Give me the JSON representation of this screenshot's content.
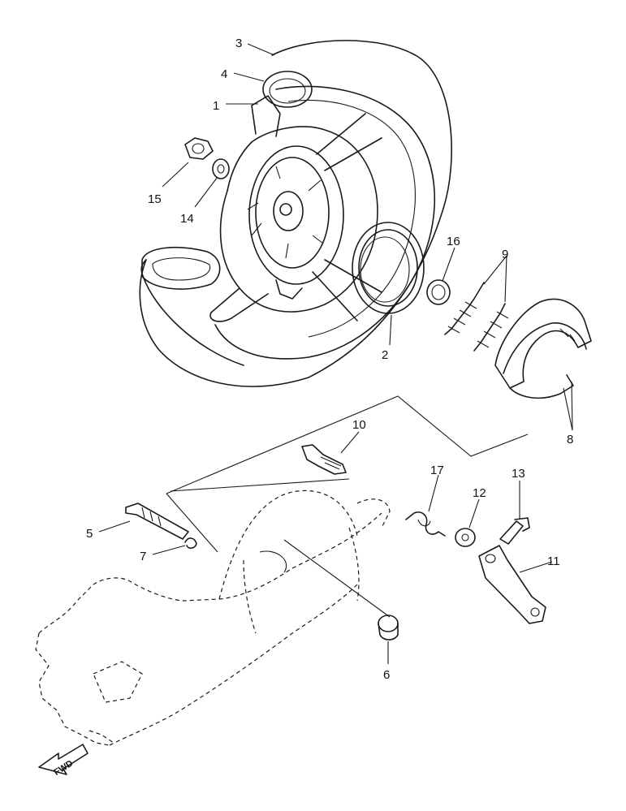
{
  "callouts": {
    "c1": "1",
    "c2": "2",
    "c3": "3",
    "c4": "4",
    "c5": "5",
    "c6": "6",
    "c7": "7",
    "c8": "8",
    "c9": "9",
    "c10": "10",
    "c11": "11",
    "c12": "12",
    "c13": "13",
    "c14": "14",
    "c15": "15",
    "c16": "16",
    "c17": "17"
  },
  "fwd_arrow_label": "FWD"
}
